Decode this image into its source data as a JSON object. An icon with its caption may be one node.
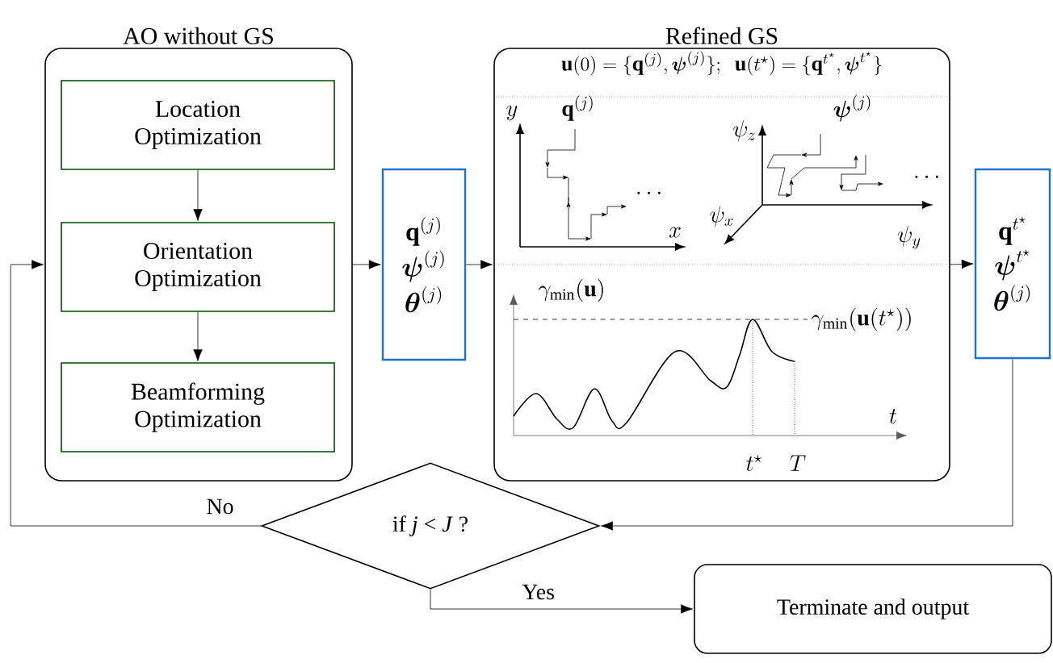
{
  "diagram": {
    "nodes": [
      {
        "text": [
          "AO without GS"
        ]
      },
      {
        "text": [
          "Location Optimization"
        ],
        "in": 0
      },
      {
        "text": [
          "Orientation Optimization"
        ],
        "in": 0
      },
      {
        "text": [
          "Beamforming Optimization"
        ],
        "in": 0
      },
      {
        "text": [
          "\\mathbf{q}^{(j)}",
          "\\boldsymbol{\\psi}^{(j)}",
          "\\boldsymbol{\\theta}^{(j)}"
        ]
      },
      {
        "text": [
          "Refined GS",
          "\\mathbf{u}(0)=\\{\\mathbf{q}^{(j)},\\boldsymbol{\\psi}^{(j)}\\};\\ \\ \\mathbf{u}(t^\\star)=\\{\\mathbf{q}^{t^\\star},\\boldsymbol{\\psi}^{t^\\star}\\}"
        ]
      },
      {
        "text": [
          "\\mathbf{q}^{t^\\star}",
          "\\boldsymbol{\\psi}^{t^\\star}",
          "\\boldsymbol{\\theta}^{(j)}"
        ]
      },
      {
        "text": [
          "if *j* < *J* ?"
        ]
      },
      {
        "text": [
          "Terminate and output"
        ]
      }
    ],
    "edges": [
      {
        "from": 1,
        "to": 2,
        "arrow": "to"
      },
      {
        "from": 2,
        "to": 3,
        "arrow": "to"
      },
      {
        "from": 0,
        "to": 4,
        "arrow": "to"
      },
      {
        "from": 4,
        "to": 5,
        "arrow": "to"
      },
      {
        "from": 5,
        "to": 6,
        "arrow": "to"
      },
      {
        "from": 6,
        "to": 7,
        "arrow": "to"
      },
      {
        "from": 7,
        "to": 0,
        "arrow": "to",
        "label": "No"
      },
      {
        "from": 7,
        "to": 8,
        "arrow": "to",
        "label": "Yes"
      }
    ],
    "labels": [
      "\\mathbf{q}^{(j)}",
      "y",
      "\\boldsymbol{\\psi}^{(j)}",
      "\\psi_z",
      "\\cdots",
      "\\cdots",
      "x",
      "\\psi_x",
      "\\psi_y",
      "\\gamma_{\\min}(\\mathbf{u})",
      "\\gamma_{\\min}(\\mathbf{u}(t^\\star))",
      "t",
      "t^\\star",
      "T"
    ]
  }
}
